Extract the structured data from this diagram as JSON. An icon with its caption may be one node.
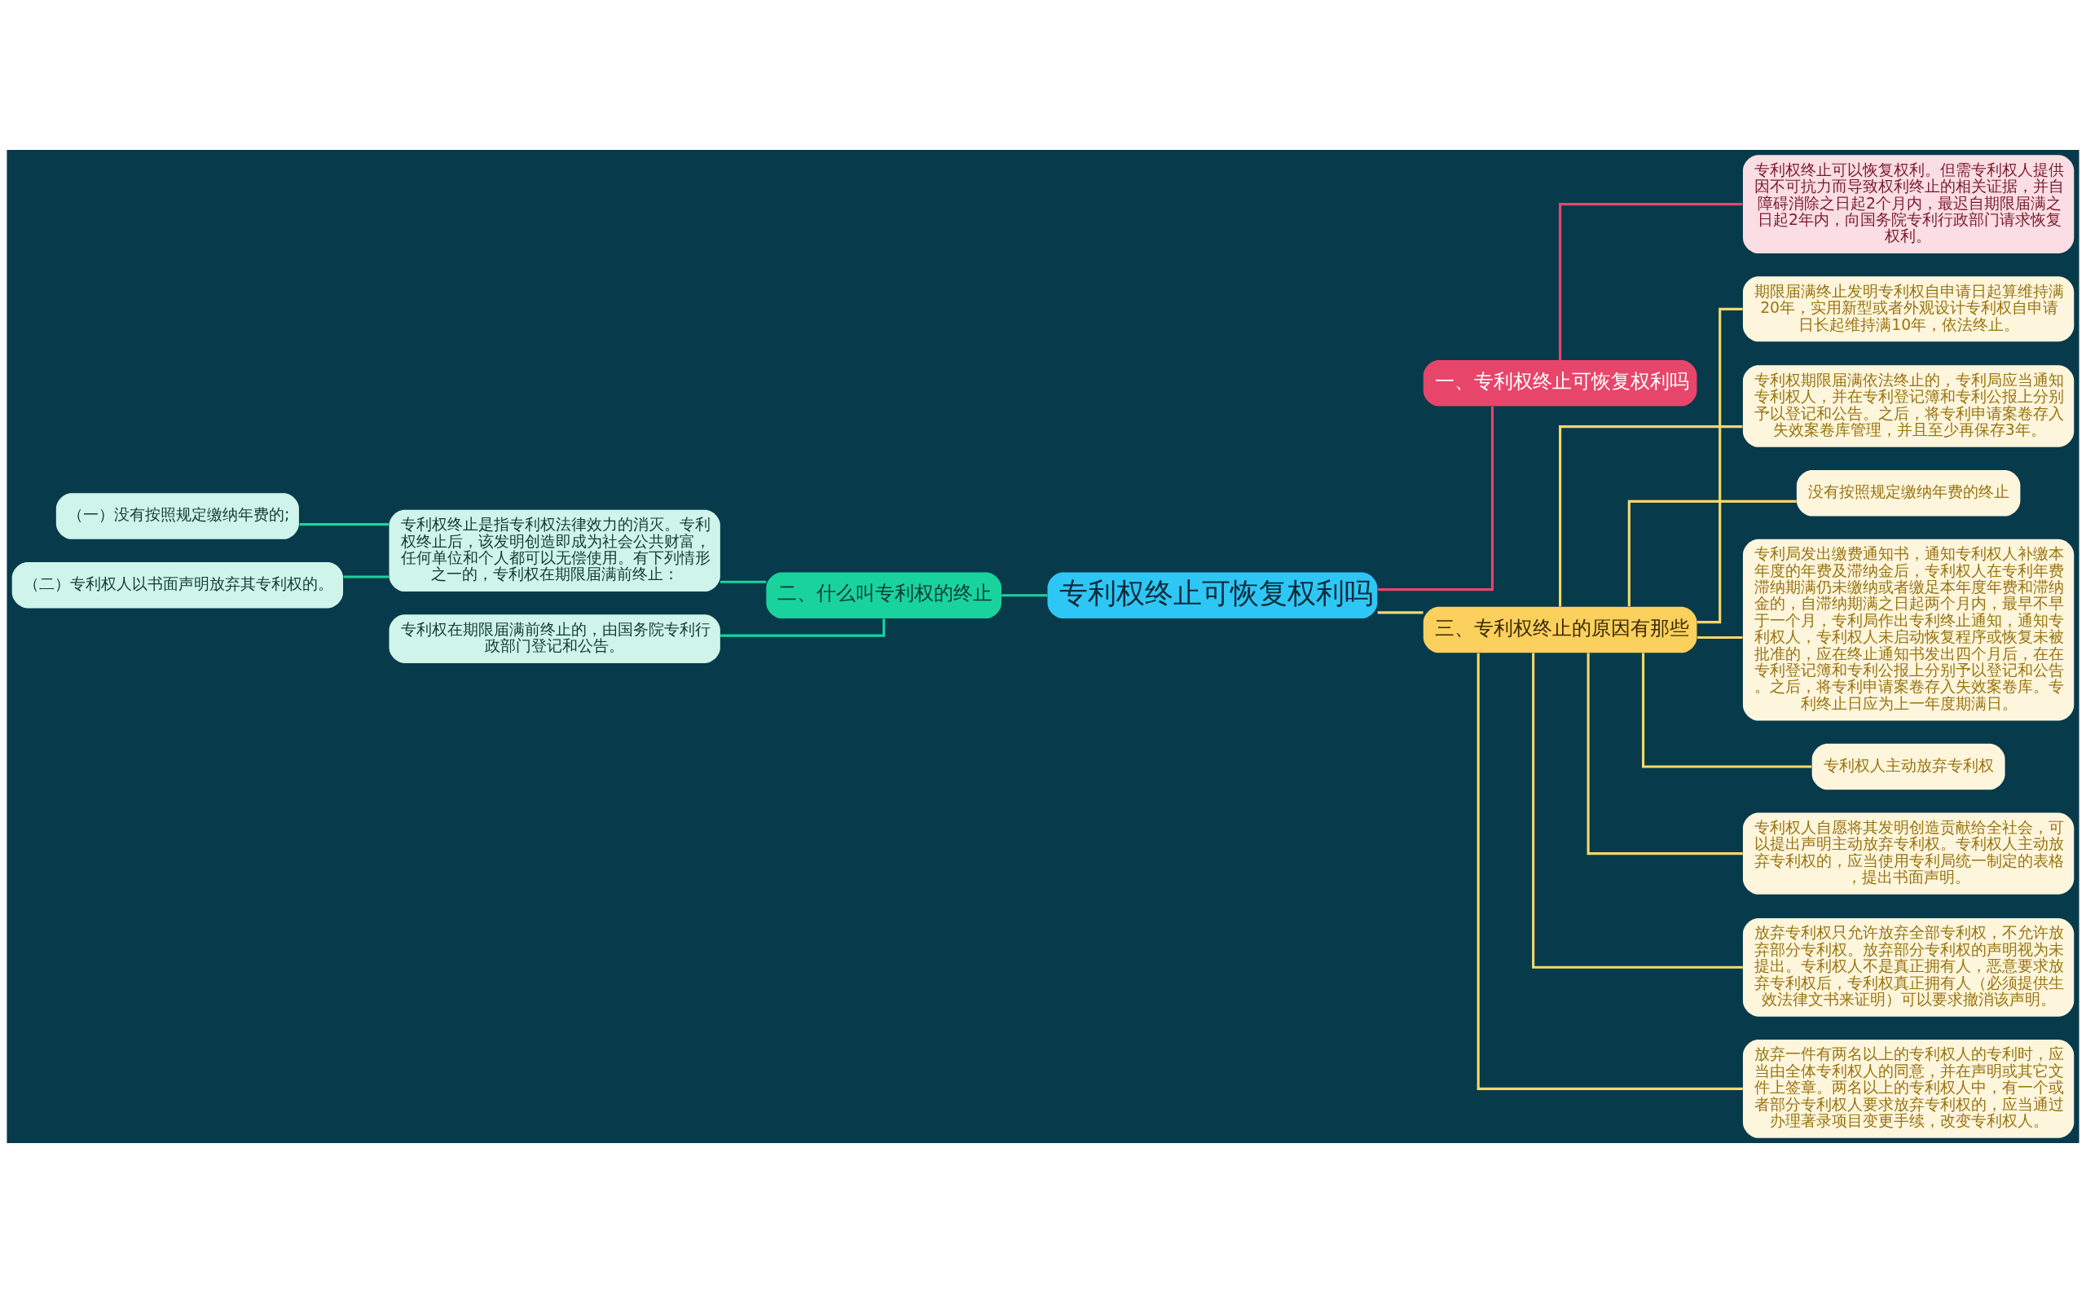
{
  "diagram": {
    "nodes": [
      {
        "text": [
          "专利权终止可恢复权利吗"
        ]
      },
      {
        "text": [
          "一、专利权终止可恢复权利吗"
        ]
      },
      {
        "text": [
          "专利权终止可以恢复权利。但需专利权人提供因不可抗力而导致权利终止的相关证据，并自障碍消除之日起2个月内，最迟自期限届满之日起2年内，向国务院专利行政部门请求恢复权利。"
        ]
      },
      {
        "text": [
          "二、什么叫专利权的终止"
        ]
      },
      {
        "text": [
          "专利权终止是指专利权法律效力的消灭。专利权终止后，该发明创造即成为社会公共财富，任何单位和个人都可以无偿使用。有下列情形之一的，专利权在期限届满前终止："
        ]
      },
      {
        "text": [
          "（一）没有按照规定缴纳年费的;"
        ]
      },
      {
        "text": [
          "（二）专利权人以书面声明放弃其专利权的。"
        ]
      },
      {
        "text": [
          "专利权在期限届满前终止的，由国务院专利行政部门登记和公告。"
        ]
      },
      {
        "text": [
          "三、专利权终止的原因有那些"
        ]
      },
      {
        "text": [
          "期限届满终止发明专利权自申请日起算维持满20年，实用新型或者外观设计专利权自申请日长起维持满10年，依法终止。"
        ]
      },
      {
        "text": [
          "专利权期限届满依法终止的，专利局应当通知专利权人，并在专利登记簿和专利公报上分别予以登记和公告。之后，将专利申请案卷存入失效案卷库管理，并且至少再保存3年。"
        ]
      },
      {
        "text": [
          "没有按照规定缴纳年费的终止"
        ]
      },
      {
        "text": [
          "专利局发出缴费通知书，通知专利权人补缴本年度的年费及滞纳金后，专利权人在专利年费滞纳期满仍未缴纳或者缴足本年度年费和滞纳金的，自滞纳期满之日起两个月内，最早不早于一个月，专利局作出专利终止通知，通知专利权人，专利权人未启动恢复程序或恢复未被批准的，应在终止通知书发出四个月后，在在专利登记簿和专利公报上分别予以登记和公告。之后，将专利申请案卷存入失效案卷库。专利终止日应为上一年度期满日。"
        ]
      },
      {
        "text": [
          "专利权人主动放弃专利权"
        ]
      },
      {
        "text": [
          "专利权人自愿将其发明创造贡献给全社会，可以提出声明主动放弃专利权。专利权人主动放弃专利权的，应当使用专利局统一制定的表格，提出书面声明。"
        ]
      },
      {
        "text": [
          "放弃专利权只允许放弃全部专利权，不允许放弃部分专利权。放弃部分专利权的声明视为未提出。专利权人不是真正拥有人，恶意要求放弃专利权后，专利权真正拥有人（必须提供生效法律文书来证明）可以要求撤消该声明。"
        ]
      },
      {
        "text": [
          "放弃一件有两名以上的专利权人的专利时，应当由全体专利权人的同意，并在声明或其它文件上签章。两名以上的专利权人中，有一个或者部分专利权人要求放弃专利权的，应当通过办理著录项目变更手续，改变专利权人。"
        ]
      }
    ],
    "edges": [
      {
        "from": 0,
        "to": 1,
        "arrow": "none",
        "color": "#e8456b"
      },
      {
        "from": 1,
        "to": 2,
        "arrow": "none",
        "color": "#e8456b"
      },
      {
        "from": 0,
        "to": 3,
        "arrow": "none",
        "color": "#19d39c"
      },
      {
        "from": 3,
        "to": 4,
        "arrow": "none",
        "color": "#19d39c"
      },
      {
        "from": 4,
        "to": 5,
        "arrow": "none",
        "color": "#19d39c"
      },
      {
        "from": 4,
        "to": 6,
        "arrow": "none",
        "color": "#19d39c"
      },
      {
        "from": 3,
        "to": 7,
        "arrow": "none",
        "color": "#19d39c"
      },
      {
        "from": 0,
        "to": 8,
        "arrow": "none"
      },
      {
        "from": 8,
        "to": 9,
        "arrow": "none"
      },
      {
        "from": 8,
        "to": 10,
        "arrow": "none"
      },
      {
        "from": 8,
        "to": 11,
        "arrow": "none"
      },
      {
        "from": 8,
        "to": 12,
        "arrow": "none"
      },
      {
        "from": 8,
        "to": 13,
        "arrow": "none"
      },
      {
        "from": 8,
        "to": 14,
        "arrow": "none"
      },
      {
        "from": 8,
        "to": 15,
        "arrow": "none"
      },
      {
        "from": 8,
        "to": 16,
        "arrow": "none"
      }
    ]
  }
}
